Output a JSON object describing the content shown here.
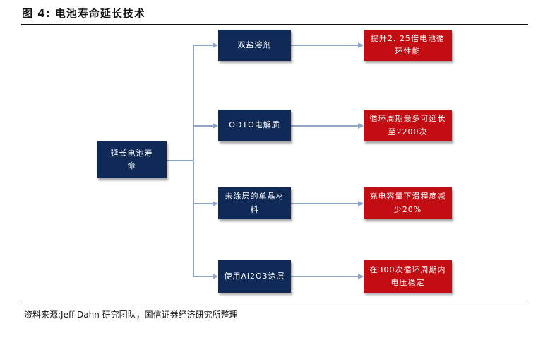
{
  "figure": {
    "title": "图 4:  电池寿命延长技术",
    "source": "资料来源:Jeff Dahn 研究团队，国信证券经济研究所整理"
  },
  "diagram": {
    "root": "延长电池寿命",
    "branches": [
      {
        "technique": "双盐溶剂",
        "effect": "提升2. 25倍电池循环性能"
      },
      {
        "technique": "ODTO电解质",
        "effect": "循环周期最多可延长至2200次"
      },
      {
        "technique": "未涂层的单晶材料",
        "effect": "充电容量下滑程度减少20%"
      },
      {
        "technique": "使用Al2O3涂层",
        "effect": "在300次循环周期内电压稳定"
      }
    ]
  },
  "colors": {
    "navy": "#0f2a57",
    "red": "#c40d12",
    "connector": "#8ea6c8"
  }
}
